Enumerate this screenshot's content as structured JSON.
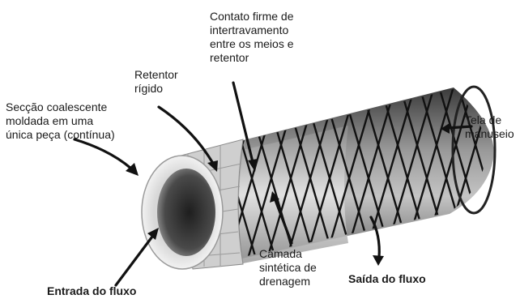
{
  "labels": {
    "coalescing_section": [
      "Secção coalescente",
      "moldada em uma",
      "única peça (contínua)"
    ],
    "rigid_retainer": [
      "Retentor",
      "rígido"
    ],
    "interlock_contact": [
      "Contato firme de",
      "intertravamento",
      "entre os meios e",
      "retentor"
    ],
    "handling_screen": [
      "Tela de",
      "manuseio"
    ],
    "drainage_layer": [
      "Camada",
      "sintética de",
      "drenagem"
    ],
    "flow_outlet": "Saída do fluxo",
    "flow_inlet": "Entrada do fluxo"
  }
}
